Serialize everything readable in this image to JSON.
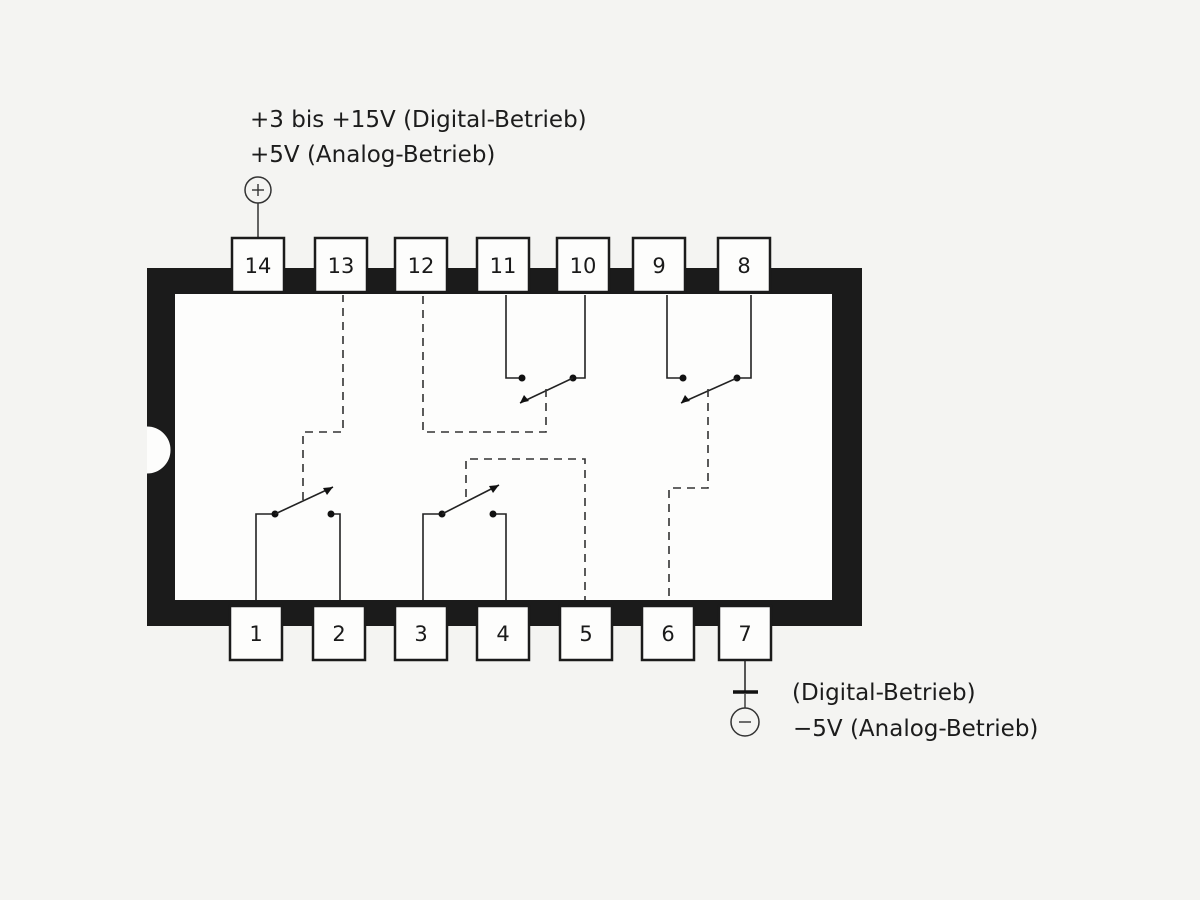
{
  "supply_positive": {
    "line1": "+3 bis +15V (Digital-Betrieb)",
    "line2": "+5V (Analog-Betrieb)",
    "symbol": "plus-circle-icon"
  },
  "supply_negative": {
    "line1": "(Digital-Betrieb)",
    "line2": "−5V (Analog-Betrieb)",
    "symbols": [
      "ground-icon",
      "minus-circle-icon"
    ]
  },
  "top_pins": [
    "14",
    "13",
    "12",
    "11",
    "10",
    "9",
    "8"
  ],
  "bottom_pins": [
    "1",
    "2",
    "3",
    "4",
    "5",
    "6",
    "7"
  ],
  "switches": [
    {
      "terminals": [
        "1",
        "2"
      ],
      "control": "13"
    },
    {
      "terminals": [
        "3",
        "4"
      ],
      "control": "5"
    },
    {
      "terminals": [
        "11",
        "10"
      ],
      "control": "12"
    },
    {
      "terminals": [
        "9",
        "8"
      ],
      "control": "6"
    }
  ],
  "colors": {
    "ink": "#1c1c1c",
    "paper": "#f4f4f2"
  }
}
